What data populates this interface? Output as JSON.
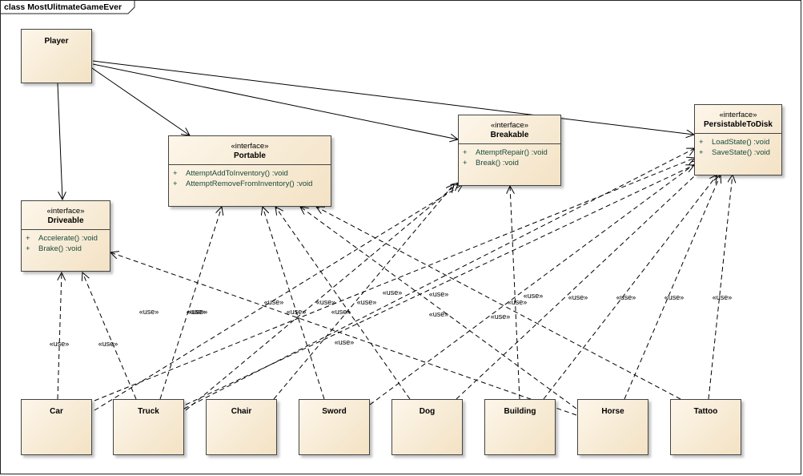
{
  "diagram": {
    "frame_label": "class MostUlitmateGameEver",
    "use_label": "«use»",
    "classes": {
      "player": {
        "name": "Player"
      },
      "portable": {
        "stereotype": "«interface»",
        "name": "Portable",
        "ops": [
          {
            "vis": "+",
            "sig": "AttemptAddToInventory()  :void"
          },
          {
            "vis": "+",
            "sig": "AttemptRemoveFromInventory()  :void"
          }
        ]
      },
      "breakable": {
        "stereotype": "«interface»",
        "name": "Breakable",
        "ops": [
          {
            "vis": "+",
            "sig": "AttemptRepair()  :void"
          },
          {
            "vis": "+",
            "sig": "Break()  :void"
          }
        ]
      },
      "persistable": {
        "stereotype": "«interface»",
        "name": "PersistableToDisk",
        "ops": [
          {
            "vis": "+",
            "sig": "LoadState()  :void"
          },
          {
            "vis": "+",
            "sig": "SaveState()  :void"
          }
        ]
      },
      "driveable": {
        "stereotype": "«interface»",
        "name": "Driveable",
        "ops": [
          {
            "vis": "+",
            "sig": "Accelerate()  :void"
          },
          {
            "vis": "+",
            "sig": "Brake()  :void"
          }
        ]
      },
      "car": {
        "name": "Car"
      },
      "truck": {
        "name": "Truck"
      },
      "chair": {
        "name": "Chair"
      },
      "sword": {
        "name": "Sword"
      },
      "dog": {
        "name": "Dog"
      },
      "building": {
        "name": "Building"
      },
      "horse": {
        "name": "Horse"
      },
      "tattoo": {
        "name": "Tattoo"
      }
    },
    "associations": [
      {
        "from": "player",
        "to": "driveable"
      },
      {
        "from": "player",
        "to": "portable"
      },
      {
        "from": "player",
        "to": "breakable"
      },
      {
        "from": "player",
        "to": "persistable"
      }
    ],
    "dependencies": [
      {
        "from": "car",
        "to": "driveable"
      },
      {
        "from": "car",
        "to": "breakable"
      },
      {
        "from": "car",
        "to": "persistable"
      },
      {
        "from": "truck",
        "to": "driveable"
      },
      {
        "from": "truck",
        "to": "breakable"
      },
      {
        "from": "truck",
        "to": "persistable"
      },
      {
        "from": "chair",
        "to": "portable"
      },
      {
        "from": "chair",
        "to": "breakable"
      },
      {
        "from": "chair",
        "to": "persistable"
      },
      {
        "from": "sword",
        "to": "portable"
      },
      {
        "from": "sword",
        "to": "persistable"
      },
      {
        "from": "dog",
        "to": "portable"
      },
      {
        "from": "dog",
        "to": "persistable"
      },
      {
        "from": "building",
        "to": "breakable"
      },
      {
        "from": "building",
        "to": "persistable"
      },
      {
        "from": "horse",
        "to": "driveable"
      },
      {
        "from": "horse",
        "to": "portable"
      },
      {
        "from": "horse",
        "to": "persistable"
      },
      {
        "from": "tattoo",
        "to": "portable"
      },
      {
        "from": "tattoo",
        "to": "persistable"
      }
    ]
  }
}
